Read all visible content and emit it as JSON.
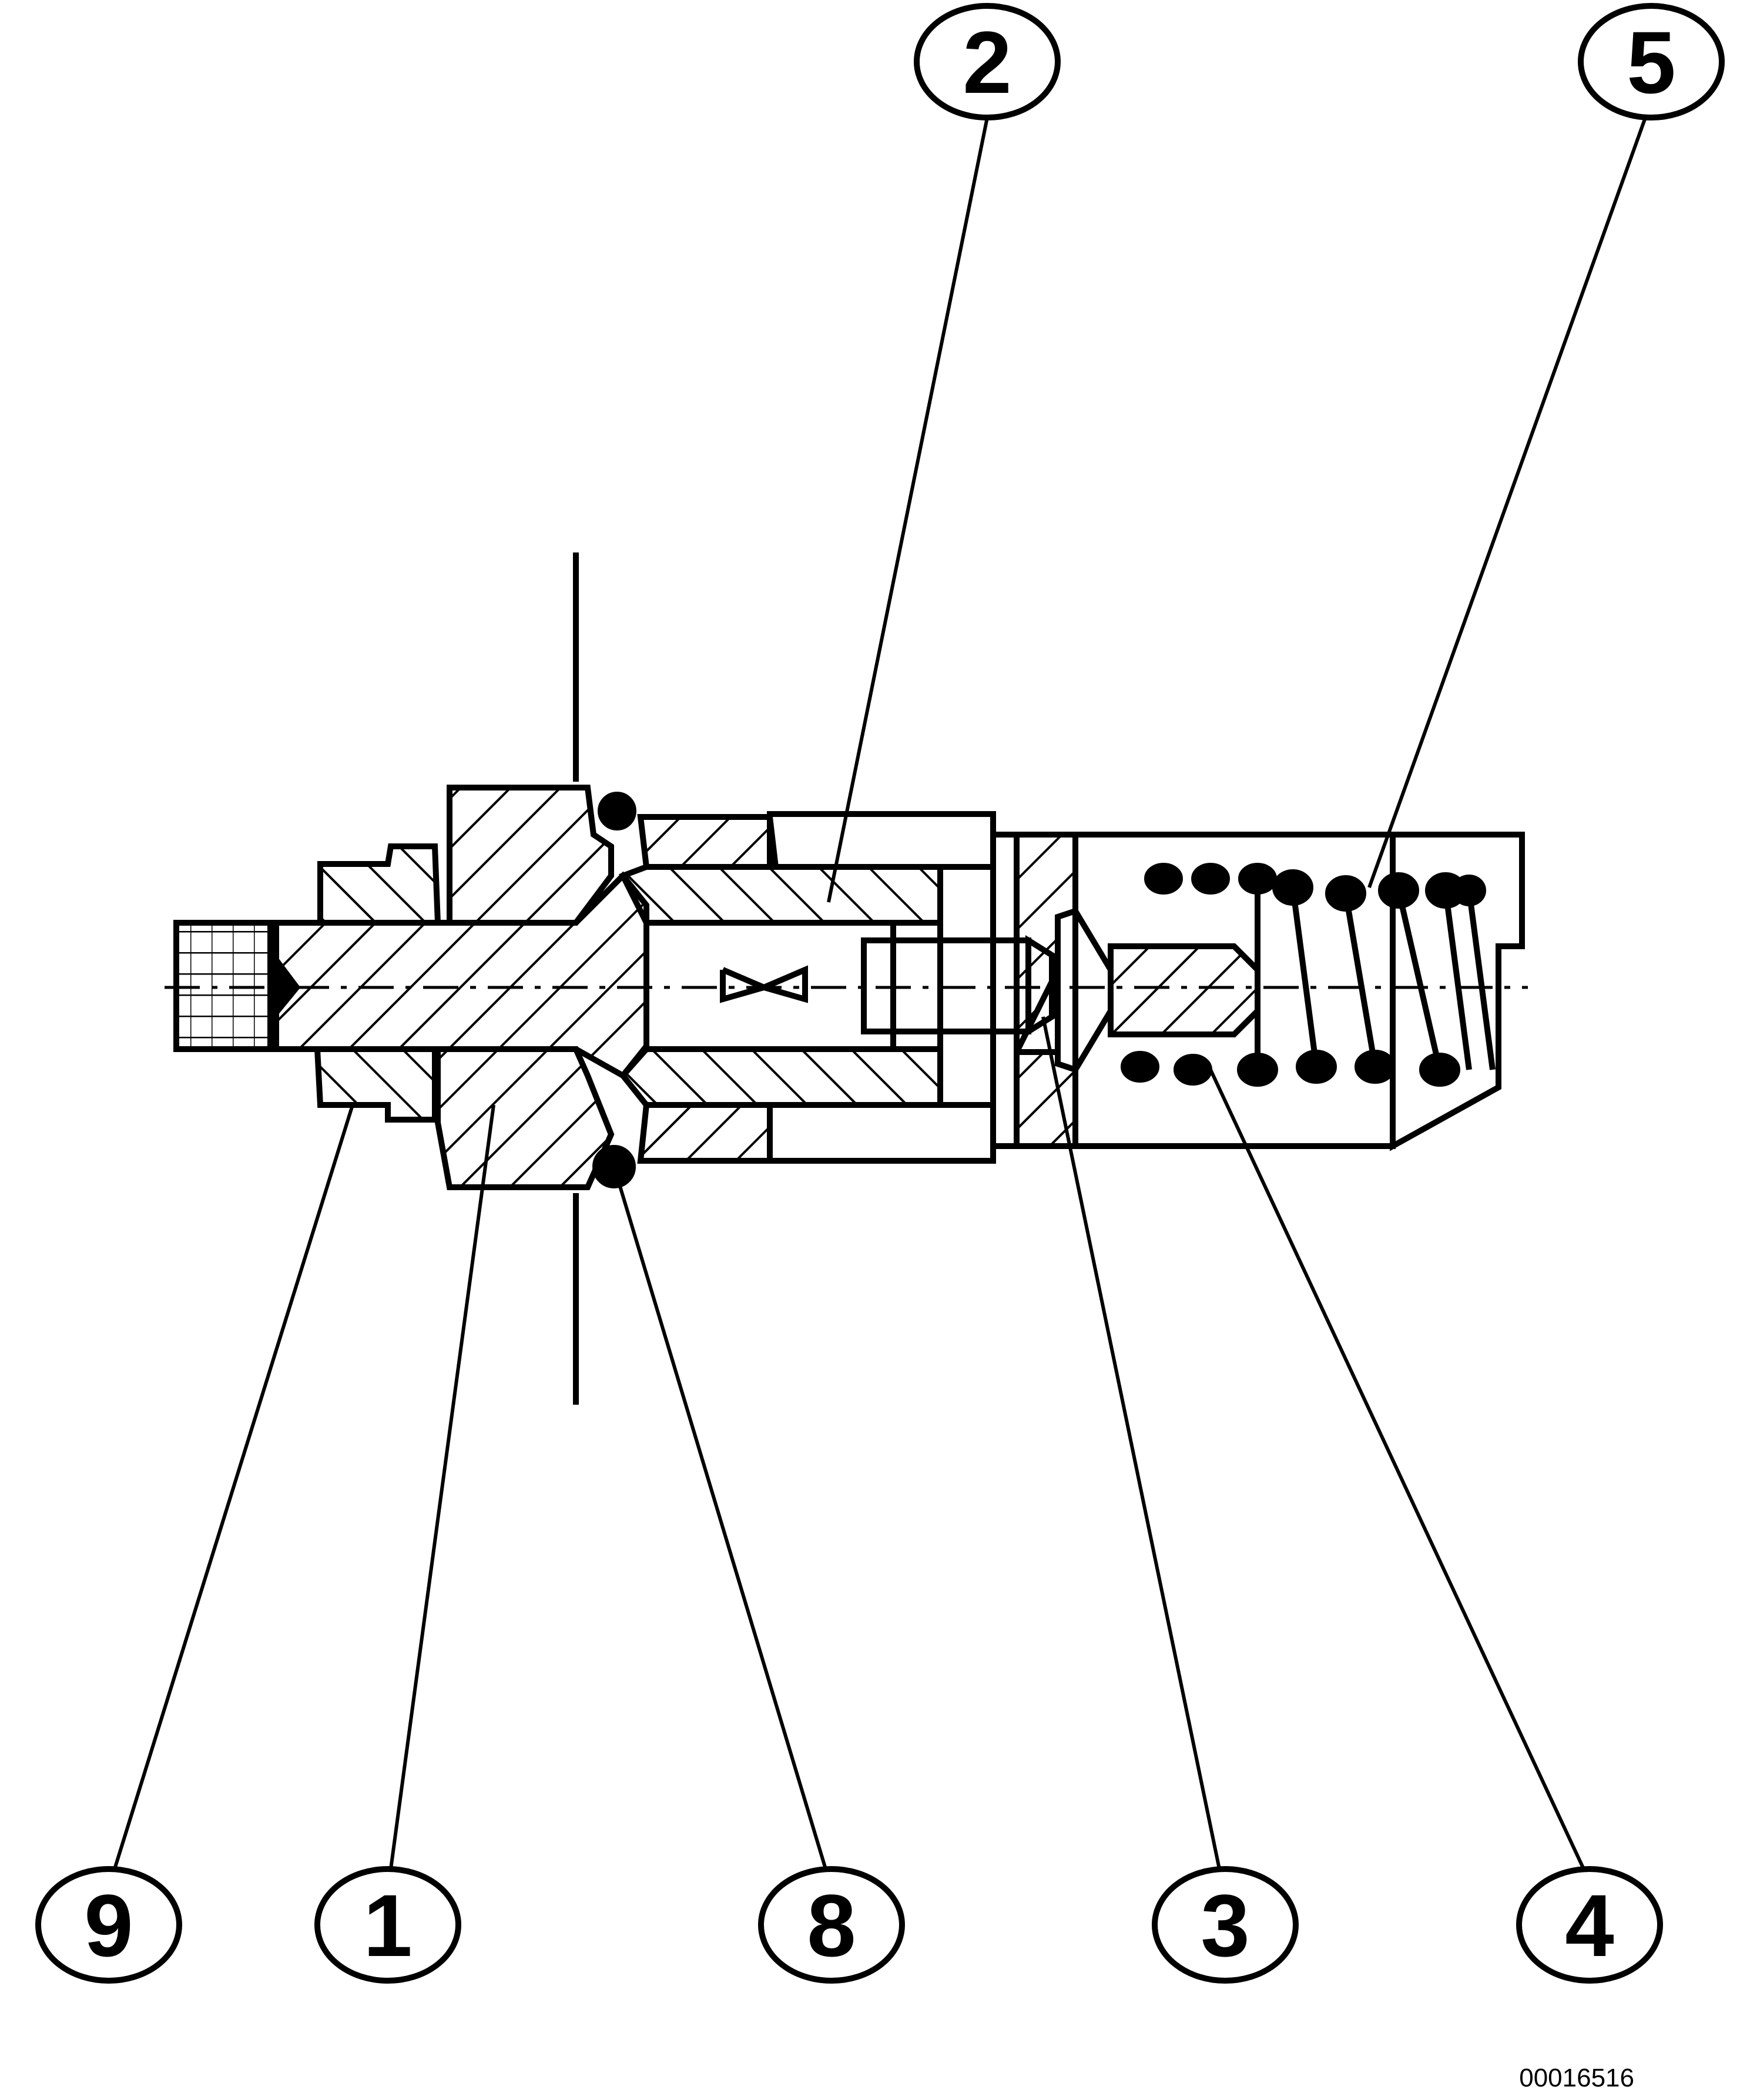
{
  "diagram": {
    "callouts": [
      {
        "id": "c2",
        "label": "2"
      },
      {
        "id": "c5",
        "label": "5"
      },
      {
        "id": "c9",
        "label": "9"
      },
      {
        "id": "c1",
        "label": "1"
      },
      {
        "id": "c8",
        "label": "8"
      },
      {
        "id": "c3",
        "label": "3"
      },
      {
        "id": "c4",
        "label": "4"
      }
    ],
    "reference_code": "00016516",
    "line_color": "#000000",
    "background_color": "#ffffff"
  }
}
